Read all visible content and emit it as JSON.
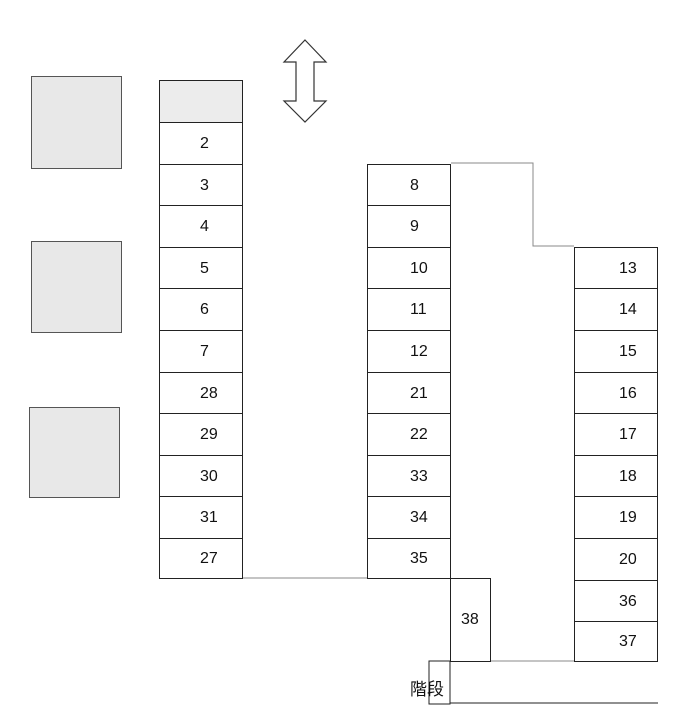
{
  "spaces": {
    "col_a": [
      "",
      "2",
      "3",
      "4",
      "5",
      "6",
      "7",
      "28",
      "29",
      "30",
      "31",
      "27"
    ],
    "col_b": [
      "8",
      "9",
      "10",
      "11",
      "12",
      "21",
      "22",
      "33",
      "34",
      "35"
    ],
    "col_c": [
      "13",
      "14",
      "15",
      "16",
      "17",
      "18",
      "19",
      "20",
      "36",
      "37"
    ],
    "extra": "38"
  },
  "stairs": {
    "label": "階段"
  },
  "icons": {
    "direction": "double-arrow-vertical-icon"
  }
}
